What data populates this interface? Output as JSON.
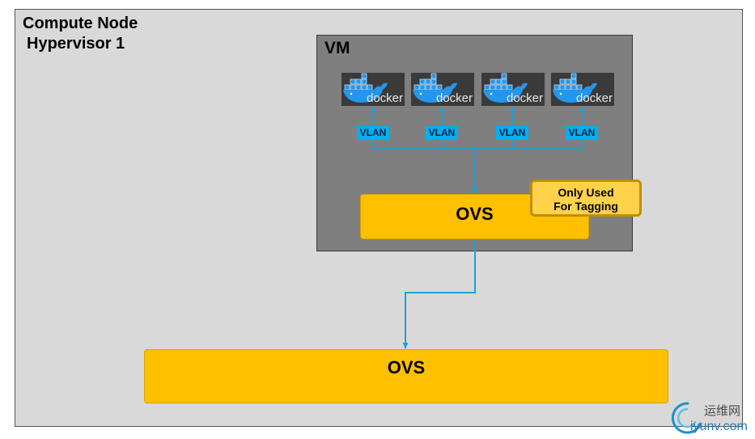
{
  "colors": {
    "page_bg": "#ffffff",
    "compute_node_fill": "#d9d9d9",
    "vm_fill": "#7f7f7f",
    "docker_bg": "#3a3a3a",
    "docker_blue": "#2496ed",
    "vlan_fill": "#00b0f0",
    "connector": "#1e9fdb",
    "ovs_fill": "#ffc000",
    "callout_fill": "#ffd24a",
    "callout_border": "#bf8f00"
  },
  "compute_node": {
    "title": "Compute Node",
    "subtitle": "Hypervisor 1"
  },
  "vm": {
    "label": "VM",
    "containers": [
      {
        "icon": "docker-whale-icon",
        "logo_text": "docker",
        "vlan_label": "VLAN"
      },
      {
        "icon": "docker-whale-icon",
        "logo_text": "docker",
        "vlan_label": "VLAN"
      },
      {
        "icon": "docker-whale-icon",
        "logo_text": "docker",
        "vlan_label": "VLAN"
      },
      {
        "icon": "docker-whale-icon",
        "logo_text": "docker",
        "vlan_label": "VLAN"
      }
    ],
    "ovs": {
      "label": "OVS"
    },
    "callout": {
      "line1": "Only Used",
      "line2": "For Tagging"
    }
  },
  "host_ovs": {
    "label": "OVS"
  },
  "watermark": {
    "icon": "iyunv-logo-icon",
    "name": "运维网",
    "site": "iyunv.com"
  }
}
